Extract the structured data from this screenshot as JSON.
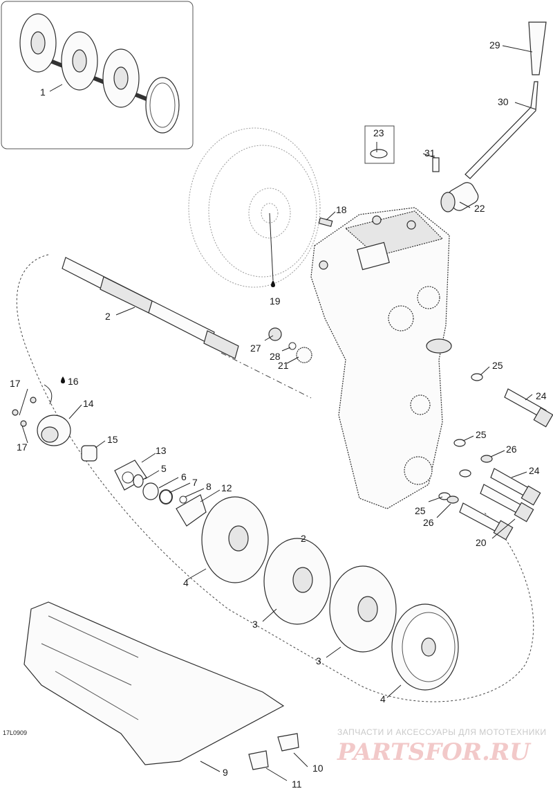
{
  "figure_code": "17L0909",
  "watermark": {
    "line1": "ЗАПЧАСТИ И АКСЕССУАРЫ ДЛЯ МОТОТЕХНИКИ",
    "logo": "PARTSFOR.RU"
  },
  "callouts": [
    "1",
    "2",
    "3",
    "4",
    "5",
    "6",
    "7",
    "8",
    "9",
    "10",
    "11",
    "12",
    "13",
    "14",
    "15",
    "16",
    "17",
    "18",
    "19",
    "20",
    "21",
    "22",
    "23",
    "24",
    "25",
    "26",
    "27",
    "28",
    "29",
    "30",
    "31"
  ],
  "callout_labels": {
    "c1": "1",
    "c2a": "2",
    "c2b": "2",
    "c3a": "3",
    "c3b": "3",
    "c4a": "4",
    "c4b": "4",
    "c5": "5",
    "c6": "6",
    "c7": "7",
    "c8": "8",
    "c9": "9",
    "c10": "10",
    "c11": "11",
    "c12": "12",
    "c13": "13",
    "c14": "14",
    "c15": "15",
    "c16": "16",
    "c17a": "17",
    "c17b": "17",
    "c18": "18",
    "c19": "19",
    "c20": "20",
    "c21": "21",
    "c22": "22",
    "c23": "23",
    "c24a": "24",
    "c24b": "24",
    "c25a": "25",
    "c25b": "25",
    "c25c": "25",
    "c26a": "26",
    "c26b": "26",
    "c27": "27",
    "c28": "28",
    "c29": "29",
    "c30": "30",
    "c31": "31"
  }
}
